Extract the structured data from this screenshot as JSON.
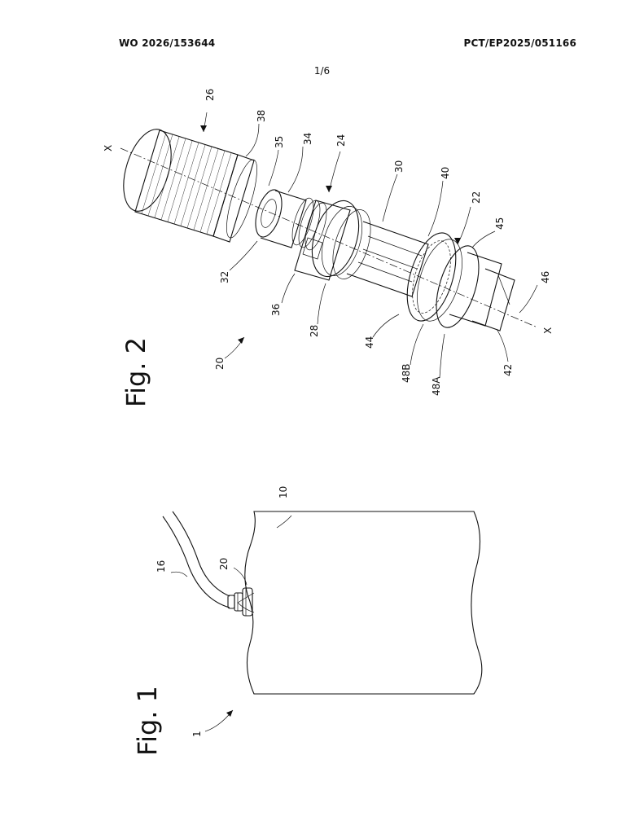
{
  "header": {
    "publication_number": "WO 2026/153644",
    "application_number": "PCT/EP2025/051166",
    "sheet": "1/6"
  },
  "figures": {
    "fig1": {
      "caption": "Fig. 1",
      "refs": [
        "1",
        "10",
        "16",
        "20"
      ]
    },
    "fig2": {
      "caption": "Fig. 2",
      "axis_labels": [
        "X",
        "X"
      ],
      "refs": [
        "20",
        "26",
        "38",
        "35",
        "34",
        "24",
        "30",
        "40",
        "22",
        "45",
        "46",
        "32",
        "36",
        "28",
        "44",
        "48B",
        "48A",
        "42"
      ]
    }
  }
}
